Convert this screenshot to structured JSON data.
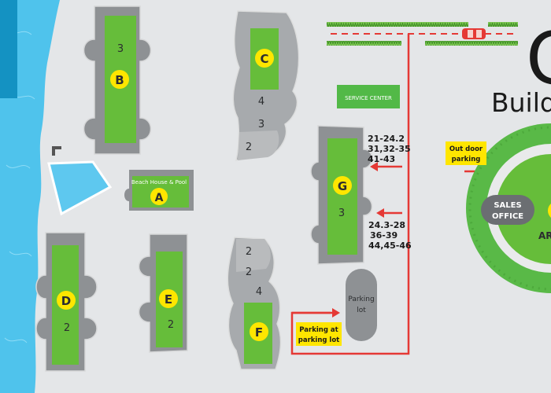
{
  "colors": {
    "background": "#e4e6e8",
    "sea": "#4fc3ec",
    "building_shadow": "#8e9194",
    "green_strip": "#66bd3a",
    "letter_badge": "#ffe600",
    "route_red": "#e53935",
    "service_center": "#52b947",
    "sales_office": "#6b6e72",
    "pool": "#5ec8ef",
    "arena_ring": "#59b947",
    "dark_text": "#2b2d2f"
  },
  "buildings": {
    "A": {
      "letter": "A",
      "label": "Beach House & Pool"
    },
    "B": {
      "letter": "B",
      "floor": "3"
    },
    "C": {
      "letter": "C",
      "floors": [
        "4",
        "3",
        "2"
      ]
    },
    "D": {
      "letter": "D",
      "floor": "2"
    },
    "E": {
      "letter": "E",
      "floor": "2"
    },
    "F": {
      "letter": "F",
      "floors": [
        "2",
        "2",
        "4"
      ]
    },
    "G": {
      "letter": "G",
      "floor": "3"
    }
  },
  "service_center": "SERVICE CENTER",
  "parking_lot": [
    "Parking",
    "lot"
  ],
  "unit_labels_upper": [
    "21-24.2",
    "31,32-35",
    "41-43"
  ],
  "unit_labels_lower": [
    "24.3-28",
    "36-39",
    "44,45-46"
  ],
  "tags": {
    "outdoor_parking": [
      "Out door",
      "parking"
    ],
    "parking_at_lot": [
      "Parking at",
      "parking lot"
    ]
  },
  "sales_office": [
    "SALES",
    "OFFICE"
  ],
  "heading": {
    "big_letter": "C",
    "word": "Build"
  },
  "arena_partial": "AR"
}
